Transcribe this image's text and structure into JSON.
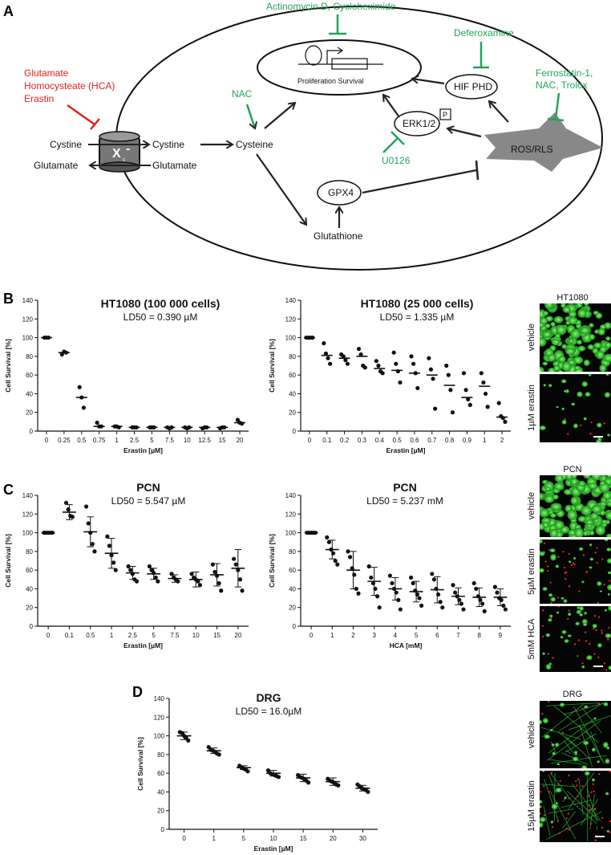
{
  "panels": [
    "A",
    "B",
    "C",
    "D"
  ],
  "diagram": {
    "inhibitors_red": [
      "Glutamate",
      "Homocysteate (HCA)",
      "Erastin"
    ],
    "transporter": {
      "label": "X",
      "sub": "c",
      "sup": "-"
    },
    "cystine_out": "Cystine",
    "cystine_in": "Cystine",
    "glutamate_out": "Glutamate",
    "glutamate_in": "Glutamate",
    "cysteine": "Cysteine",
    "glutathione": "Glutathione",
    "gpx4": "GPX4",
    "ros": "ROS/RLS",
    "erk": "ERK1/2",
    "phospho": "P",
    "hif": "HIF PHD",
    "nucleus_text": "Proliferation  Survival",
    "green_inhibitors": {
      "actinomycin": "Actinomycin D, Cycloheximide",
      "deferoxamine": "Deferoxamine",
      "ferrostatin": [
        "Ferrostatin-1,",
        "NAC, Trolox"
      ],
      "nac": "NAC",
      "u0126": "U0126"
    }
  },
  "images": {
    "B": {
      "title": "HT1080",
      "labels": [
        "vehicle",
        "1µM erastin"
      ]
    },
    "C": {
      "title": "PCN",
      "labels": [
        "vehicle",
        "5µM erastin",
        "5mM HCA"
      ]
    },
    "D": {
      "title": "DRG",
      "labels": [
        "vehicle",
        "15µM erastin"
      ]
    }
  },
  "chart_data": [
    {
      "panel": "B",
      "type": "scatter",
      "title": "HT1080 (100 000 cells)",
      "subtitle": "LD50 = 0.390 µM",
      "xlabel": "Erastin [µM]",
      "ylabel": "Cell Survival [%]",
      "ylim": [
        0,
        140
      ],
      "yticks": [
        0,
        20,
        40,
        60,
        80,
        100,
        120,
        140
      ],
      "categories": [
        "0",
        "0.25",
        "0.5",
        "0.75",
        "1",
        "2.5",
        "5",
        "7.5",
        "10",
        "12.5",
        "15",
        "20"
      ],
      "points": [
        [
          100,
          100,
          100
        ],
        [
          82,
          85,
          84
        ],
        [
          47,
          36,
          25
        ],
        [
          9,
          5,
          5
        ],
        [
          5,
          5,
          4
        ],
        [
          4,
          4,
          4
        ],
        [
          4,
          4,
          4
        ],
        [
          4,
          3,
          4
        ],
        [
          4,
          3,
          4
        ],
        [
          3,
          4,
          4
        ],
        [
          3,
          4,
          4
        ],
        [
          12,
          9,
          8
        ]
      ],
      "means": [
        100,
        84,
        36,
        5,
        5,
        4,
        4,
        4,
        4,
        4,
        4,
        9
      ],
      "sd": null
    },
    {
      "panel": "B",
      "type": "scatter",
      "title": "HT1080 (25 000 cells)",
      "subtitle": "LD50 = 1.335 µM",
      "xlabel": "Erastin [µM]",
      "ylabel": "Cell Survival [%]",
      "ylim": [
        0,
        140
      ],
      "yticks": [
        0,
        20,
        40,
        60,
        80,
        100,
        120,
        140
      ],
      "categories": [
        "0",
        "0.1",
        "0.2",
        "0.3",
        "0.4",
        "0.5",
        "0.6",
        "0.7",
        "0.8",
        "0.9",
        "1",
        "2"
      ],
      "points": [
        [
          100,
          100,
          100,
          100
        ],
        [
          94,
          83,
          78,
          72
        ],
        [
          82,
          80,
          76,
          72
        ],
        [
          88,
          82,
          70,
          68
        ],
        [
          75,
          70,
          64,
          62
        ],
        [
          84,
          72,
          64,
          52
        ],
        [
          80,
          72,
          62,
          46
        ],
        [
          78,
          66,
          56,
          24
        ],
        [
          70,
          60,
          44,
          20
        ],
        [
          62,
          44,
          34,
          28
        ],
        [
          62,
          52,
          40,
          26
        ],
        [
          30,
          16,
          14,
          10
        ]
      ],
      "means": [
        100,
        81,
        78,
        80,
        67,
        65,
        62,
        60,
        49,
        36,
        48,
        15
      ],
      "sd": null
    },
    {
      "panel": "C",
      "type": "scatter",
      "title": "PCN",
      "subtitle": "LD50 = 5.547 µM",
      "xlabel": "Erastin [µM]",
      "ylabel": "Cell Survival [%]",
      "ylim": [
        0,
        140
      ],
      "yticks": [
        0,
        20,
        40,
        60,
        80,
        100,
        120,
        140
      ],
      "categories": [
        "0",
        "0.1",
        "0.5",
        "1",
        "2.5",
        "5",
        "7.5",
        "10",
        "15",
        "20"
      ],
      "points": [
        [
          100,
          100,
          100,
          100,
          100
        ],
        [
          132,
          125,
          118,
          117
        ],
        [
          128,
          110,
          100,
          88,
          80
        ],
        [
          96,
          86,
          76,
          68,
          60
        ],
        [
          64,
          60,
          56,
          50,
          48
        ],
        [
          64,
          60,
          57,
          52,
          48
        ],
        [
          56,
          52,
          50,
          48
        ],
        [
          56,
          52,
          50,
          48,
          44
        ],
        [
          66,
          58,
          54,
          46,
          38
        ],
        [
          72,
          66,
          60,
          50,
          38
        ]
      ],
      "means": [
        100,
        122,
        101,
        78,
        57,
        56,
        51,
        50,
        55,
        62
      ],
      "sd": [
        0,
        8,
        16,
        16,
        7,
        6,
        4,
        8,
        12,
        20
      ]
    },
    {
      "panel": "C",
      "type": "scatter",
      "title": "PCN",
      "subtitle": "LD50 = 5.237 mM",
      "xlabel": "HCA [mM]",
      "ylabel": "Cell Survival [%]",
      "ylim": [
        0,
        140
      ],
      "yticks": [
        0,
        20,
        40,
        60,
        80,
        100,
        120,
        140
      ],
      "categories": [
        "0",
        "1",
        "2",
        "3",
        "4",
        "5",
        "6",
        "7",
        "8",
        "9"
      ],
      "points": [
        [
          100,
          100,
          100,
          100,
          100
        ],
        [
          95,
          90,
          82,
          78,
          70,
          66
        ],
        [
          80,
          74,
          62,
          55,
          40,
          35
        ],
        [
          64,
          52,
          46,
          40,
          32,
          20
        ],
        [
          54,
          46,
          40,
          36,
          28,
          18
        ],
        [
          52,
          46,
          38,
          34,
          30,
          22
        ],
        [
          56,
          50,
          40,
          34,
          26,
          20
        ],
        [
          44,
          36,
          32,
          28,
          24,
          18
        ],
        [
          46,
          40,
          32,
          28,
          24,
          16
        ],
        [
          42,
          36,
          30,
          28,
          22,
          18
        ]
      ],
      "means": [
        100,
        82,
        60,
        48,
        40,
        37,
        39,
        32,
        31,
        31
      ],
      "sd": [
        0,
        10,
        20,
        15,
        12,
        11,
        14,
        9,
        10,
        9
      ]
    },
    {
      "panel": "D",
      "type": "scatter",
      "title": "DRG",
      "subtitle": "LD50 = 16.0µM",
      "xlabel": "Erastin [µM]",
      "ylabel": "Cell Survival [%]",
      "ylim": [
        0,
        140
      ],
      "yticks": [
        0,
        20,
        40,
        60,
        80,
        100,
        120,
        140
      ],
      "categories": [
        "0",
        "1",
        "5",
        "10",
        "15",
        "20",
        "30"
      ],
      "points": [
        [
          104,
          103,
          100,
          98,
          95
        ],
        [
          88,
          85,
          84,
          83,
          81,
          80
        ],
        [
          68,
          66,
          65,
          64,
          62
        ],
        [
          63,
          60,
          59,
          58,
          57,
          56
        ],
        [
          58,
          56,
          55,
          54,
          52,
          50
        ],
        [
          54,
          52,
          51,
          50,
          48,
          47
        ],
        [
          48,
          46,
          44,
          43,
          42,
          40
        ]
      ],
      "means": [
        100,
        84,
        66,
        60,
        55,
        51,
        44
      ],
      "sd": [
        4,
        3,
        2,
        3,
        4,
        4,
        3
      ]
    }
  ]
}
